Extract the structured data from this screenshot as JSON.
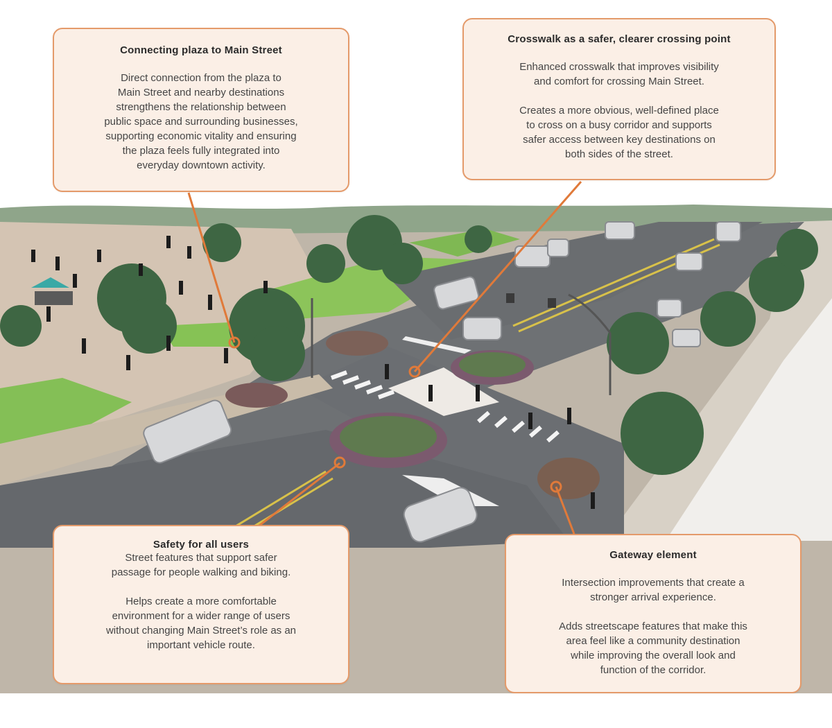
{
  "callouts": {
    "plaza": {
      "title": "Connecting plaza to Main Street",
      "lines": [
        "Direct connection from the plaza to",
        "Main Street and nearby destinations",
        "strengthens the relationship between",
        "public space and surrounding businesses,",
        "supporting economic vitality and ensuring",
        "the plaza feels fully integrated into",
        "everyday downtown activity."
      ]
    },
    "crosswalk": {
      "title": "Crosswalk as a safer, clearer crossing point",
      "para1": [
        "Enhanced crosswalk that improves visibility",
        "and comfort for crossing Main Street."
      ],
      "para2": [
        "Creates a more obvious, well-defined place",
        "to cross on a busy corridor and supports",
        "safer access between key destinations on",
        "both sides of the street."
      ]
    },
    "safety": {
      "title": "Safety for all users",
      "para1": [
        "Street features that support safer",
        "passage for people walking and biking."
      ],
      "para2": [
        "Helps create a more comfortable",
        "environment for a wider range of users",
        "without changing Main Street’s role as an",
        "important vehicle route."
      ]
    },
    "gateway": {
      "title": "Gateway element",
      "para1": [
        "Intersection improvements that create a",
        "stronger arrival experience."
      ],
      "para2": [
        "Adds streetscape features that make this",
        "area feel like a community destination",
        "while improving the overall look and",
        "function of the corridor."
      ]
    }
  },
  "colors": {
    "accent": "#e07a3a",
    "callout_fill": "#fbefe6",
    "callout_border": "#e49a6a",
    "road": "#6f7275",
    "sidewalk": "#d9d2c8",
    "plaza": "#cfc2b2",
    "lawn": "#7fbf4f",
    "tree": "#3f6b45",
    "planting": "#7a4a6a"
  },
  "icons": {
    "marker": "orange-ring-marker"
  }
}
